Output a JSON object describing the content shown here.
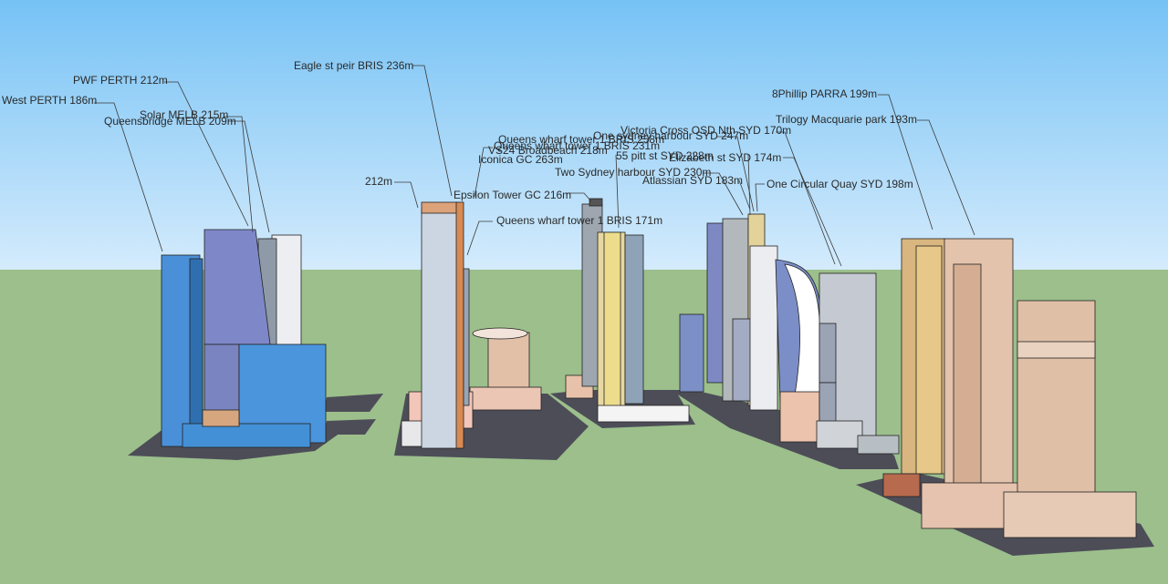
{
  "colors": {
    "sky_top": "#76c2f5",
    "sky_bottom": "#cde7fb",
    "ground": "#9cbf8c",
    "shadow": "#4a4a55",
    "leader": "#3a3a3a"
  },
  "labels": {
    "west_perth": "West PERTH 186m",
    "pwf_perth": "PWF PERTH 212m",
    "solar_melb": "Solar MELB 215m",
    "queensbridge_melb": "Queensbridge MELB 209m",
    "eagle_st": "Eagle st peir BRIS 236m",
    "tower_212": "212m",
    "queens_wharf_tower_1_a": "Queens wharf tower 1 BRIS 258m",
    "queens_wharf_tower_b": "Queens wharf tower 1 BRIS 231m",
    "vs24_broadbeach": "VS24 Broadbeach 218m",
    "iconica_gc": "Iconica GC 263m",
    "epsilon_tower": "Epsilon Tower GC 216m",
    "queens_wharf_tower_171": "Queens wharf tower 1 BRIS 171m",
    "one_sydney_harbour": "One sydney harbour SYD 247m",
    "victoria_cross": "Victoria Cross OSD Nth SYD 170m",
    "pitt_st_55": "55 pitt st SYD 228m",
    "elizabeth_st": "Elizabeth st SYD 174m",
    "two_sydney_harbour": "Two Sydney harbour SYD 230m",
    "atlassian": "Atlassian SYD 183m",
    "one_circular_quay": "One Circular Quay SYD 198m",
    "phillip_parra": "8Phillip PARRA 199m",
    "trilogy": "Trilogy Macquarie park 193m"
  }
}
